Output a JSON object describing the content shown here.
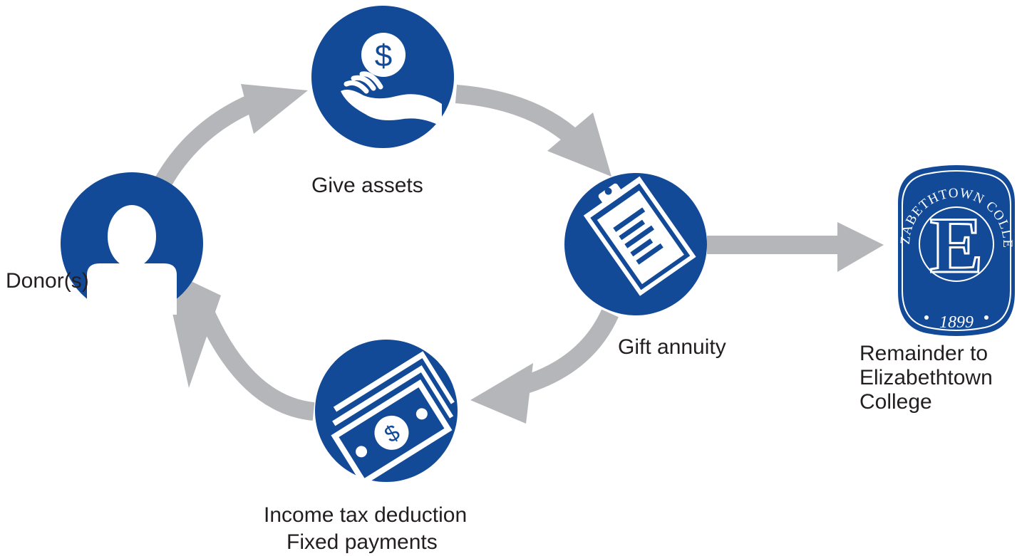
{
  "diagram": {
    "colors": {
      "circle": "#134a97",
      "arrow": "#b5b6b9",
      "icon": "#ffffff",
      "text": "#231f20"
    },
    "nodes": {
      "donor": {
        "label": "Donor(s)",
        "icon": "person-icon"
      },
      "give_assets": {
        "label": "Give assets",
        "icon": "hand-dollar-icon"
      },
      "gift_annuity": {
        "label": "Gift annuity",
        "icon": "clipboard-icon"
      },
      "income": {
        "line1": "Income tax deduction",
        "line2": "Fixed payments",
        "icon": "banknotes-icon"
      },
      "remainder": {
        "line1": "Remainder to",
        "line2": "Elizabethtown",
        "line3": "College",
        "icon": "college-seal"
      }
    },
    "seal": {
      "arc_text": "ELIZABETHTOWN COLLEGE",
      "letter": "E",
      "year": "1899"
    },
    "flows": [
      {
        "from": "Donor(s)",
        "to": "Give assets"
      },
      {
        "from": "Give assets",
        "to": "Gift annuity"
      },
      {
        "from": "Gift annuity",
        "to": "Income tax deduction"
      },
      {
        "from": "Income tax deduction",
        "to": "Donor(s)"
      },
      {
        "from": "Gift annuity",
        "to": "Remainder to Elizabethtown College"
      }
    ]
  }
}
